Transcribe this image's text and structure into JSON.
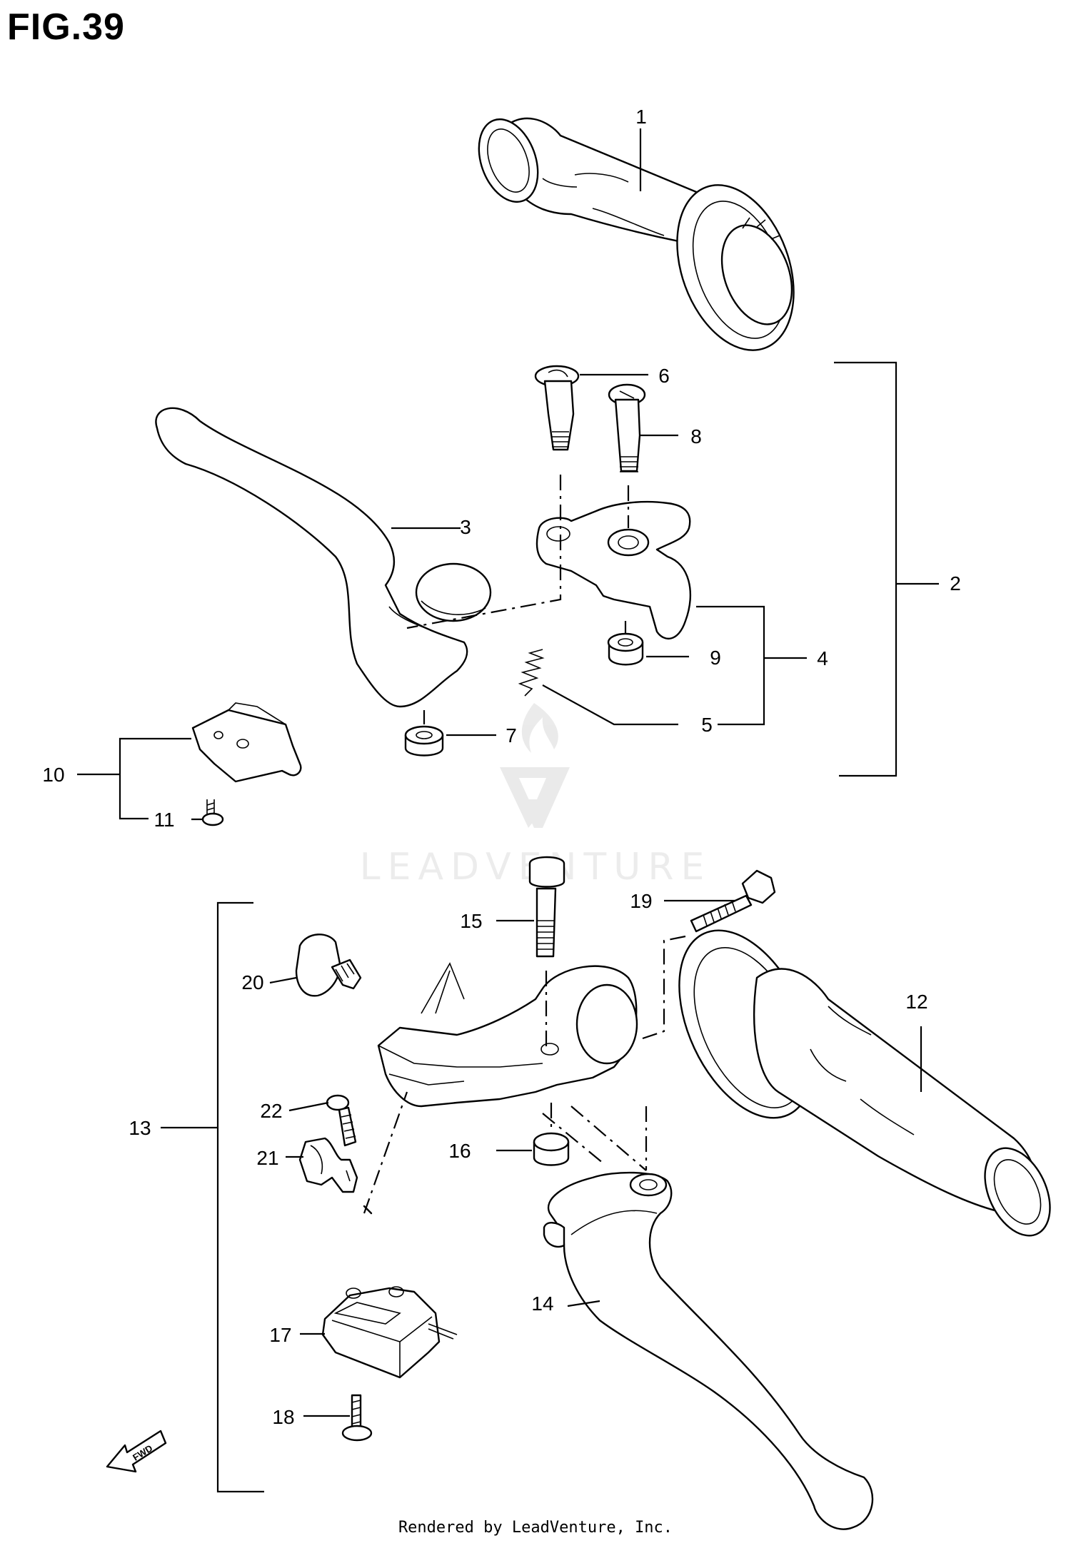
{
  "figure": {
    "title": "FIG.39",
    "footer": "Rendered by LeadVenture, Inc.",
    "watermark": "LEADVENTURE"
  },
  "callouts": {
    "c1": "1",
    "c2": "2",
    "c3": "3",
    "c4": "4",
    "c5": "5",
    "c6": "6",
    "c7": "7",
    "c8": "8",
    "c9": "9",
    "c10": "10",
    "c11": "11",
    "c12": "12",
    "c13": "13",
    "c14": "14",
    "c15": "15",
    "c16": "16",
    "c17": "17",
    "c18": "18",
    "c19": "19",
    "c20": "20",
    "c21": "21",
    "c22": "22"
  },
  "fwd_arrow": {
    "label": "FWD"
  },
  "icons": {
    "watermark_logo": "leadventure-flame-v-logo",
    "fwd_arrow": "forward-direction-arrow-icon"
  }
}
